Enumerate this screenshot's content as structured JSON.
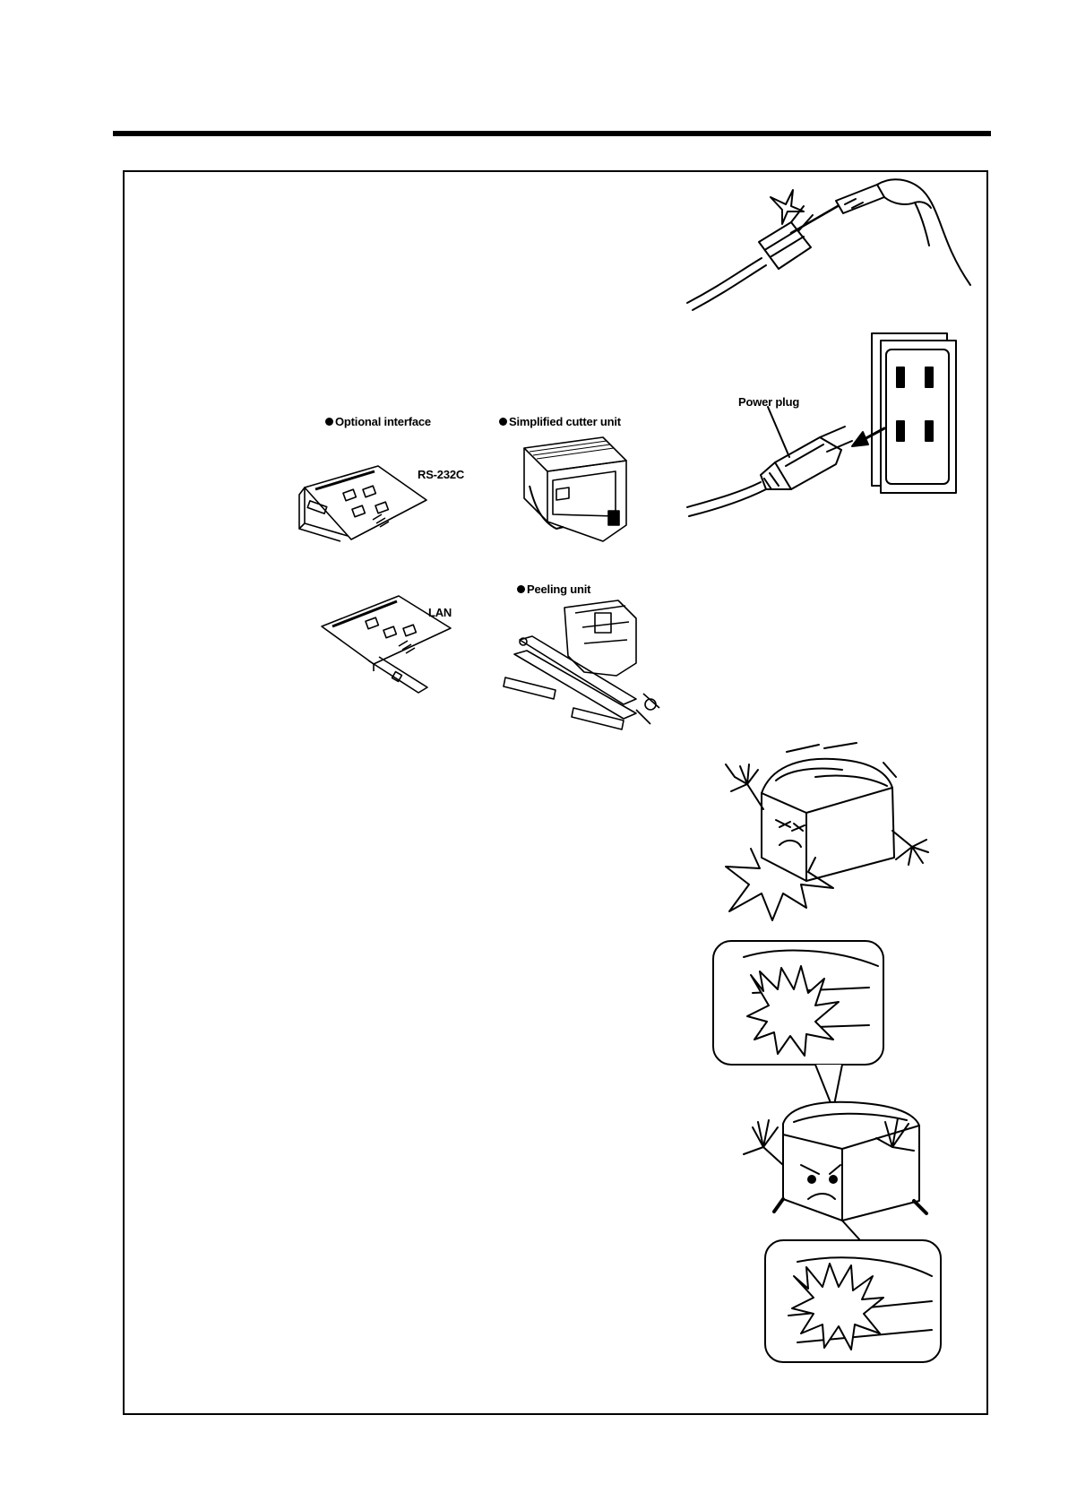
{
  "page": {
    "labels": {
      "optional_interface": "Optional interface",
      "rs232c": "RS-232C",
      "lan": "LAN",
      "simplified_cutter_unit": "Simplified cutter unit",
      "peeling_unit": "Peeling unit",
      "power_plug": "Power plug"
    },
    "icons": {
      "plug_and_screwdriver": "plug-screwdriver-icon",
      "wall_outlet": "wall-outlet-icon",
      "rs232c_board": "circuit-board-icon",
      "lan_board": "circuit-board-icon",
      "cutter_unit": "cutter-unit-icon",
      "peeling_unit": "peeling-unit-icon",
      "printer_falling": "printer-falling-icon",
      "printer_jam": "printer-jam-icon"
    },
    "colors": {
      "ink": "#000000",
      "paper": "#ffffff"
    }
  }
}
